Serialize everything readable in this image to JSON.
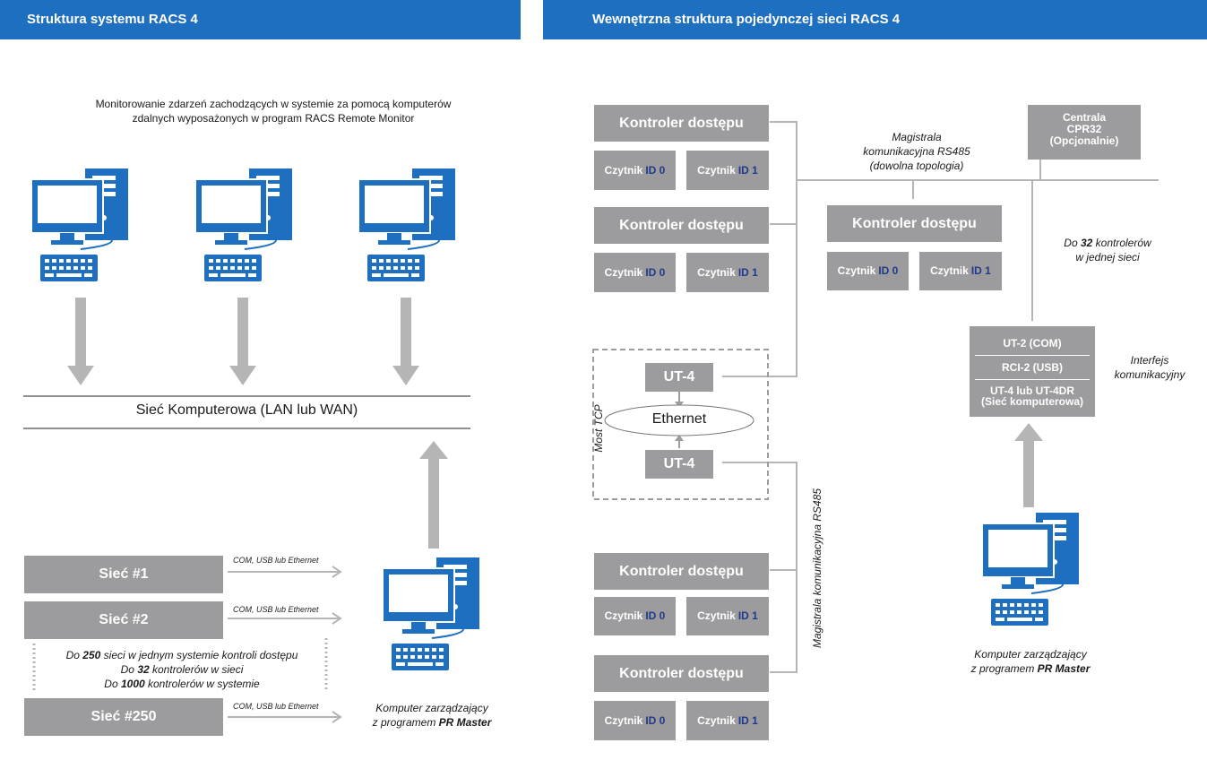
{
  "headers": {
    "left": "Struktura systemu RACS 4",
    "right": "Wewnętrzna struktura pojedynczej sieci RACS 4"
  },
  "left": {
    "monitor_caption_line1": "Monitorowanie zdarzeń zachodzących w systemie za pomocą komputerów",
    "monitor_caption_line2": "zdalnych wyposażonych w program RACS Remote Monitor",
    "network_label": "Sieć Komputerowa (LAN lub WAN)",
    "subnets": [
      {
        "label": "Sieć #1",
        "link": "COM, USB lub Ethernet"
      },
      {
        "label": "Sieć #2",
        "link": "COM, USB lub Ethernet"
      },
      {
        "label": "Sieć #250",
        "link": "COM, USB lub Ethernet"
      }
    ],
    "limits": {
      "l1_pre": "Do ",
      "l1_num": "250",
      "l1_post": " sieci w jednym systemie kontroli dostępu",
      "l2_pre": "Do ",
      "l2_num": "32",
      "l2_post": " kontrolerów w sieci",
      "l3_pre": "Do ",
      "l3_num": "1000",
      "l3_post": " kontrolerów w systemie"
    },
    "master_caption_line1": "Komputer zarządzający",
    "master_caption_pre": "z programem ",
    "master_caption_bold": "PR Master"
  },
  "right": {
    "controller_title": "Kontroler dostępu",
    "reader_label": "Czytnik",
    "id0": "ID 0",
    "id1": "ID 1",
    "bus_label_line1": "Magistrala",
    "bus_label_line2": "komunikacyjna RS485",
    "bus_label_line3": "(dowolna topologia)",
    "central": {
      "line1": "Centrala",
      "line2": "CPR32",
      "line3": "(Opcjonalnie)"
    },
    "max_controllers_pre": "Do ",
    "max_controllers_num": "32",
    "max_controllers_post": " kontrolerów",
    "max_controllers_line2": "w jednej sieci",
    "interface_label_line1": "Interfejs",
    "interface_label_line2": "komunikacyjny",
    "interfaces": {
      "ut2": "UT-2 (COM)",
      "rci2": "RCI-2 (USB)",
      "ut4_line1": "UT-4 lub UT-4DR",
      "ut4_line2": "(Sieć komputerowa)"
    },
    "tcp_bridge_label": "Most TCP",
    "ut4": "UT-4",
    "ethernet": "Ethernet",
    "vertical_bus_label": "Magistrala komunikacyjna RS485",
    "master_caption_line1": "Komputer zarządzający",
    "master_caption_pre": "z programem ",
    "master_caption_bold": "PR Master"
  },
  "colors": {
    "header_blue": "#1f6fc0",
    "box_gray": "#9c9c9e",
    "id_blue": "#1f3a8a",
    "pc_blue": "#1f6fc0"
  }
}
